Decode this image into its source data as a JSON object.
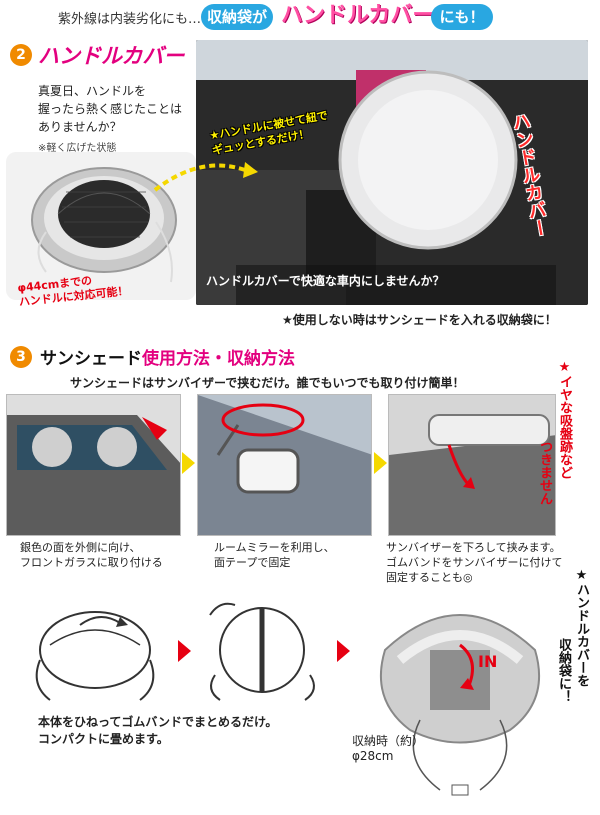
{
  "header": {
    "intro": "紫外線は内装劣化にも…",
    "pill1": "収納袋が",
    "highlight": "ハンドルカバー",
    "pill2": "にも！"
  },
  "section2": {
    "number": "2",
    "title": "ハンドルカバー",
    "question": [
      "真夏日、ハンドルを",
      "握ったら熱く感じたことは",
      "ありませんか？"
    ],
    "note": "※軽く広げた状態",
    "size_note": [
      "φ44cmまでの",
      "ハンドルに対応可能！"
    ],
    "photo_callout": [
      "★ハンドルに被せて紐で",
      "ギュッとするだけ！"
    ],
    "photo_vertical": "ハンドルカバー",
    "photo_caption": "ハンドルカバーで快適な車内にしませんか？",
    "footer_note": "★使用しない時はサンシェードを入れる収納袋に！"
  },
  "section3": {
    "number": "3",
    "title_a": "サンシェード",
    "title_b": "使用方法・収納方法",
    "subtitle": "サンシェードはサンバイザーで挟むだけ。誰でもいつでも取り付け簡単！",
    "side_red": [
      "★イヤな吸盤跡など",
      "つきません"
    ],
    "steps": [
      {
        "caption": [
          "銀色の面を外側に向け、",
          "フロントガラスに取り付ける"
        ]
      },
      {
        "caption": [
          "ルームミラーを利用し、",
          "面テープで固定"
        ]
      },
      {
        "caption": [
          "サンバイザーを下ろして挟みます。",
          "ゴムバンドをサンバイザーに付けて",
          "固定することも◎"
        ]
      }
    ],
    "fold_caption": [
      "本体をひねってゴムバンドでまとめるだけ。",
      "コンパクトに畳めます。"
    ],
    "storage_size": [
      "収納時（約）",
      "φ28cm"
    ],
    "in_label": "IN",
    "side_black": [
      "★ハンドルカバーを",
      "収納袋に！"
    ]
  },
  "colors": {
    "accent_pink": "#e3007f",
    "accent_blue": "#29a7e1",
    "badge_orange": "#f08a00",
    "red": "#e60012",
    "yellow": "#fff100"
  }
}
